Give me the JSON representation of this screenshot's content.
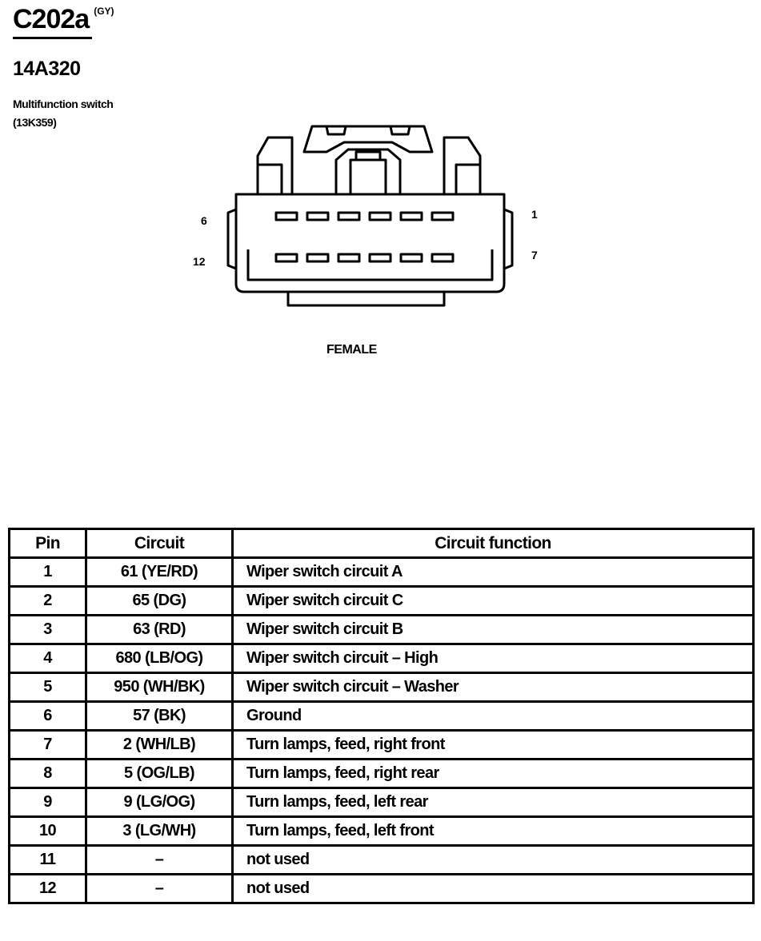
{
  "header": {
    "connector_id": "C202a",
    "connector_color": "(GY)",
    "part_number": "14A320",
    "component_name": "Multifunction switch",
    "component_part": "(13K359)"
  },
  "connector": {
    "gender": "FEMALE",
    "pin_labels": {
      "top_left": "6",
      "bottom_left": "12",
      "top_right": "1",
      "bottom_right": "7"
    }
  },
  "table": {
    "headers": {
      "pin": "Pin",
      "circuit": "Circuit",
      "function": "Circuit function"
    },
    "rows": [
      {
        "pin": "1",
        "circuit": "61 (YE/RD)",
        "function": "Wiper switch circuit A"
      },
      {
        "pin": "2",
        "circuit": "65 (DG)",
        "function": "Wiper switch circuit C"
      },
      {
        "pin": "3",
        "circuit": "63 (RD)",
        "function": "Wiper switch circuit B"
      },
      {
        "pin": "4",
        "circuit": "680 (LB/OG)",
        "function": "Wiper switch circuit – High"
      },
      {
        "pin": "5",
        "circuit": "950 (WH/BK)",
        "function": "Wiper switch circuit – Washer"
      },
      {
        "pin": "6",
        "circuit": "57 (BK)",
        "function": "Ground"
      },
      {
        "pin": "7",
        "circuit": "2 (WH/LB)",
        "function": "Turn lamps, feed, right front"
      },
      {
        "pin": "8",
        "circuit": "5 (OG/LB)",
        "function": "Turn lamps, feed, right rear"
      },
      {
        "pin": "9",
        "circuit": "9 (LG/OG)",
        "function": "Turn lamps, feed, left rear"
      },
      {
        "pin": "10",
        "circuit": "3 (LG/WH)",
        "function": "Turn lamps, feed, left front"
      },
      {
        "pin": "11",
        "circuit": "–",
        "function": "not used"
      },
      {
        "pin": "12",
        "circuit": "–",
        "function": "not used"
      }
    ]
  }
}
